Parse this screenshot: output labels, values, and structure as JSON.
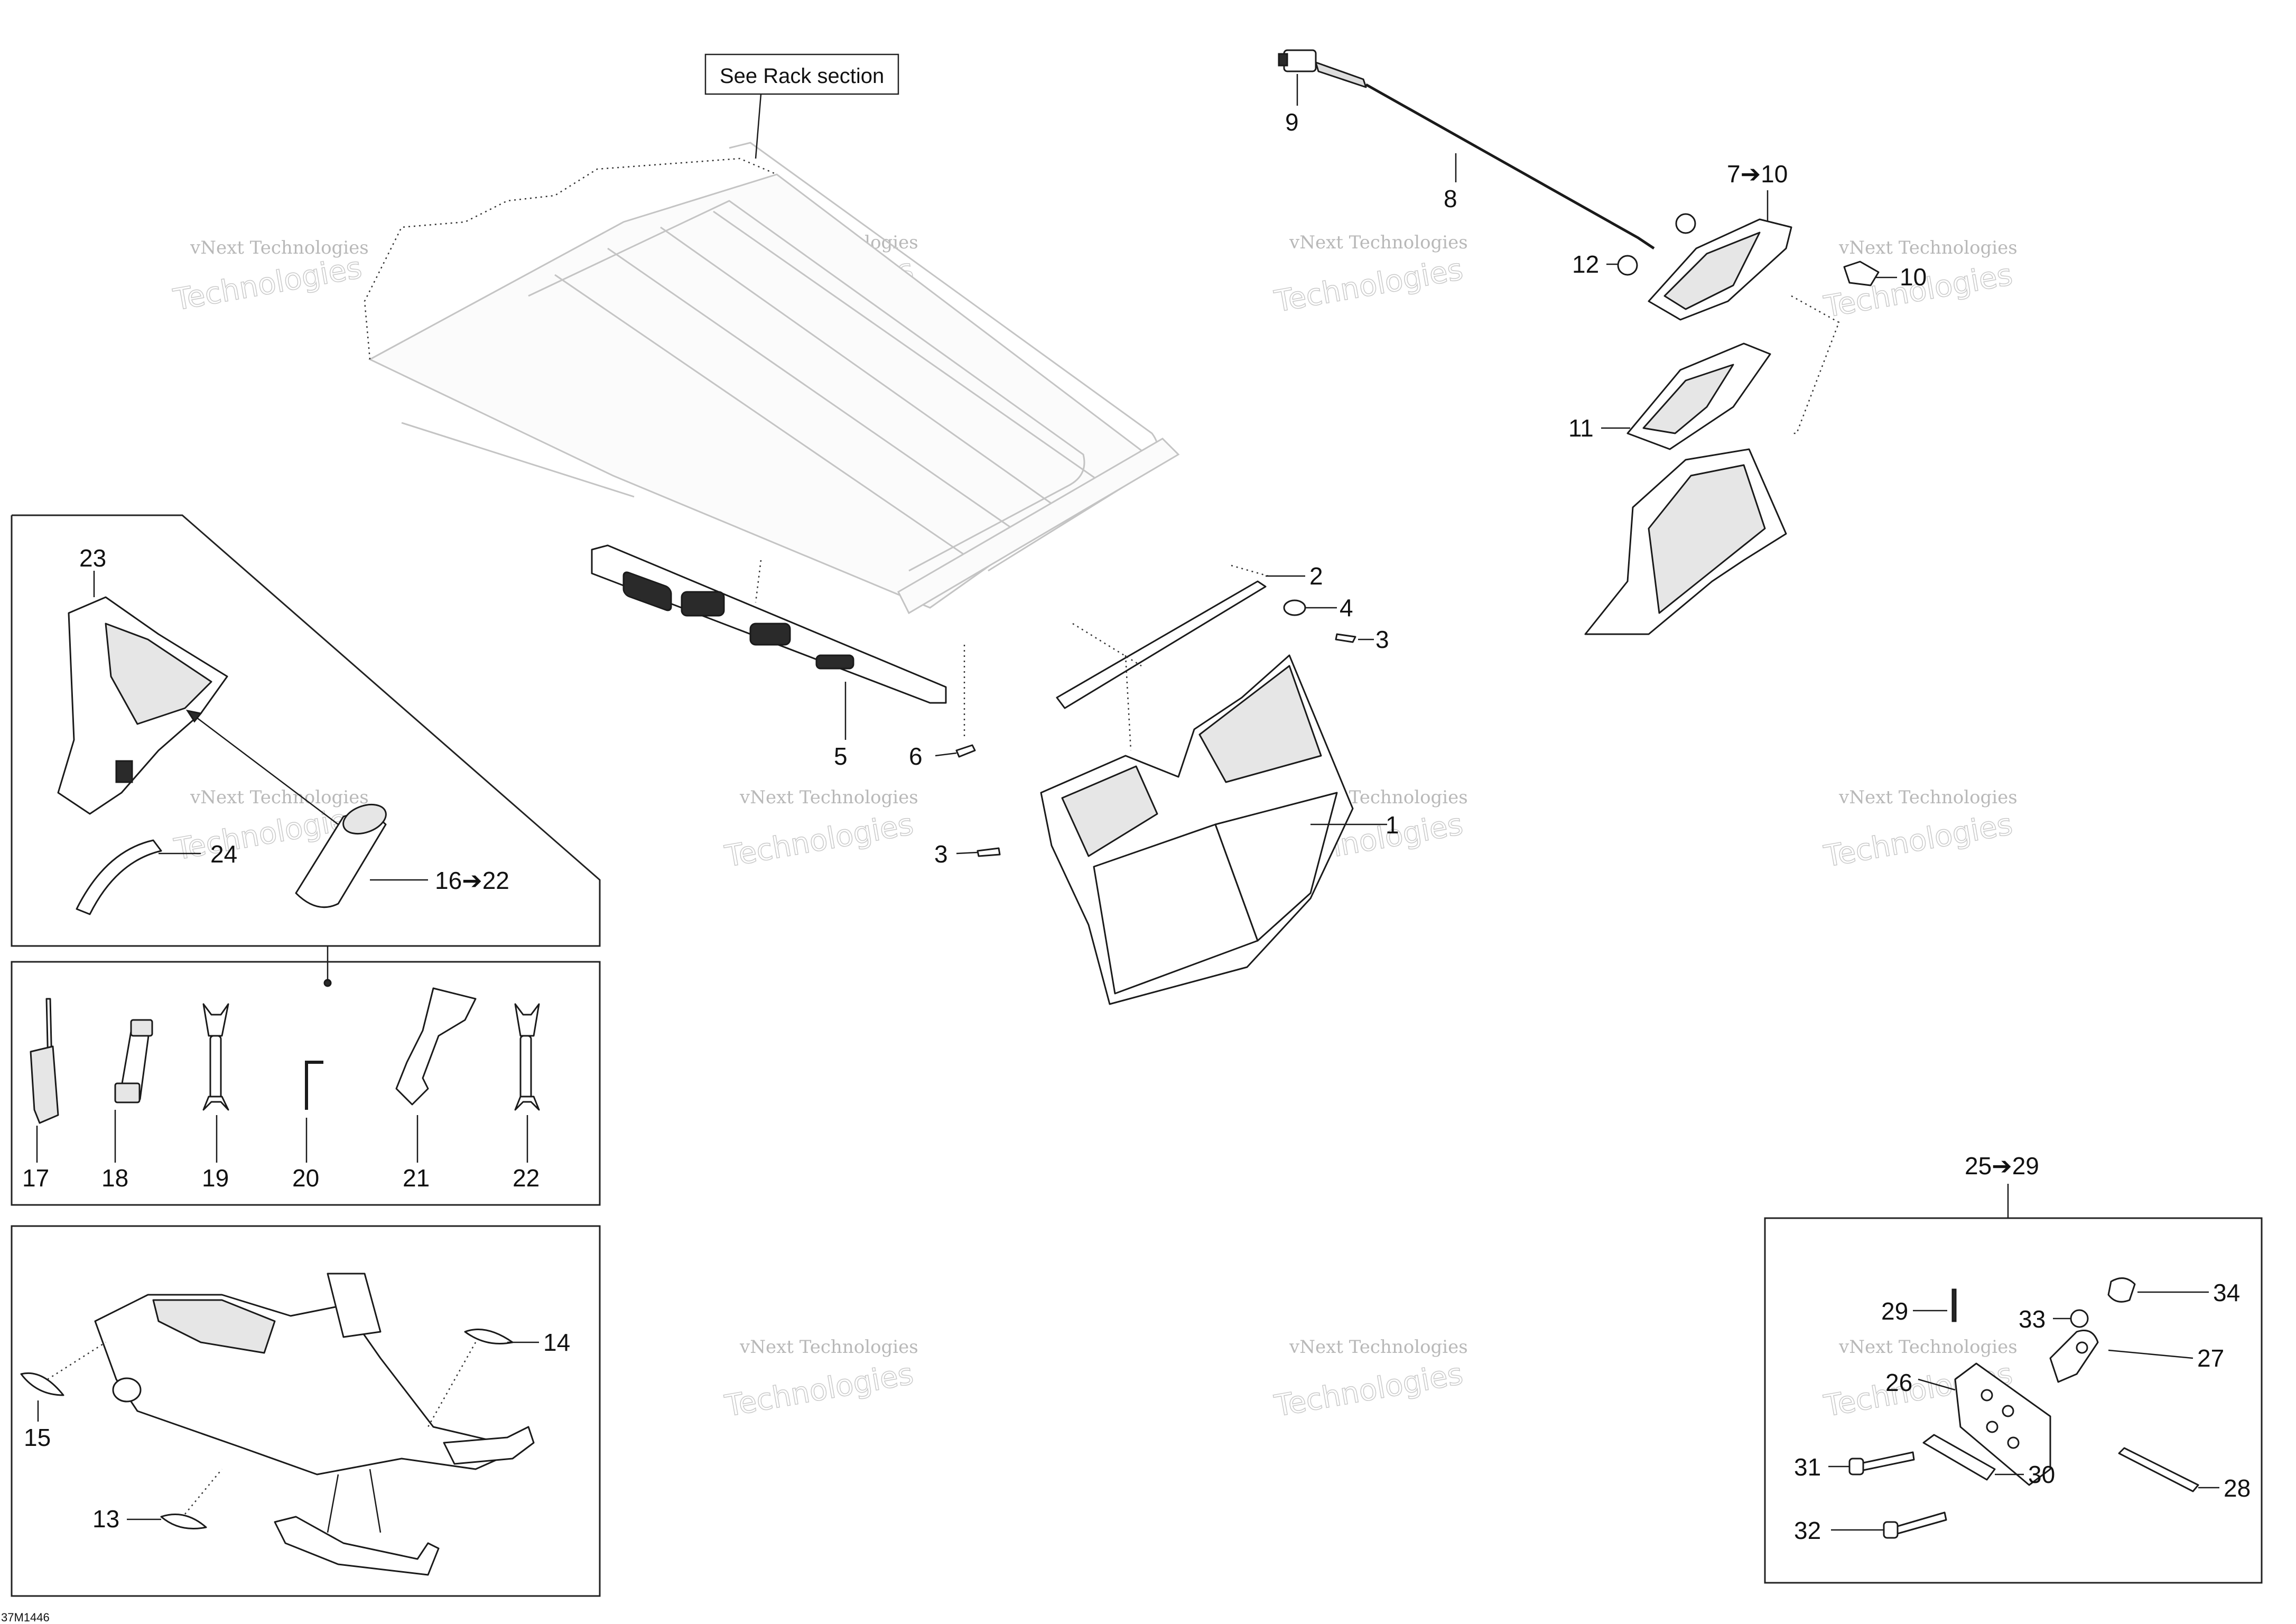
{
  "diagram": {
    "drawing_code": "37M1446",
    "reference_note": "See Rack section",
    "watermark": {
      "line1": "vNext Technologies",
      "line2": "vNext Technologies",
      "line3": "Technologies"
    },
    "callouts": {
      "c1": "1",
      "c2": "2",
      "c3a": "3",
      "c3b": "3",
      "c4": "4",
      "c5": "5",
      "c6": "6",
      "c7_10": "7➔10",
      "c8": "8",
      "c9": "9",
      "c10": "10",
      "c11": "11",
      "c12": "12",
      "c13": "13",
      "c14": "14",
      "c15": "15",
      "c16_22": "16➔22",
      "c17": "17",
      "c18": "18",
      "c19": "19",
      "c20": "20",
      "c21": "21",
      "c22": "22",
      "c23": "23",
      "c24": "24",
      "c25_29": "25➔29",
      "c26": "26",
      "c27": "27",
      "c28": "28",
      "c29": "29",
      "c30": "30",
      "c31": "31",
      "c32": "32",
      "c33": "33",
      "c34": "34"
    }
  }
}
